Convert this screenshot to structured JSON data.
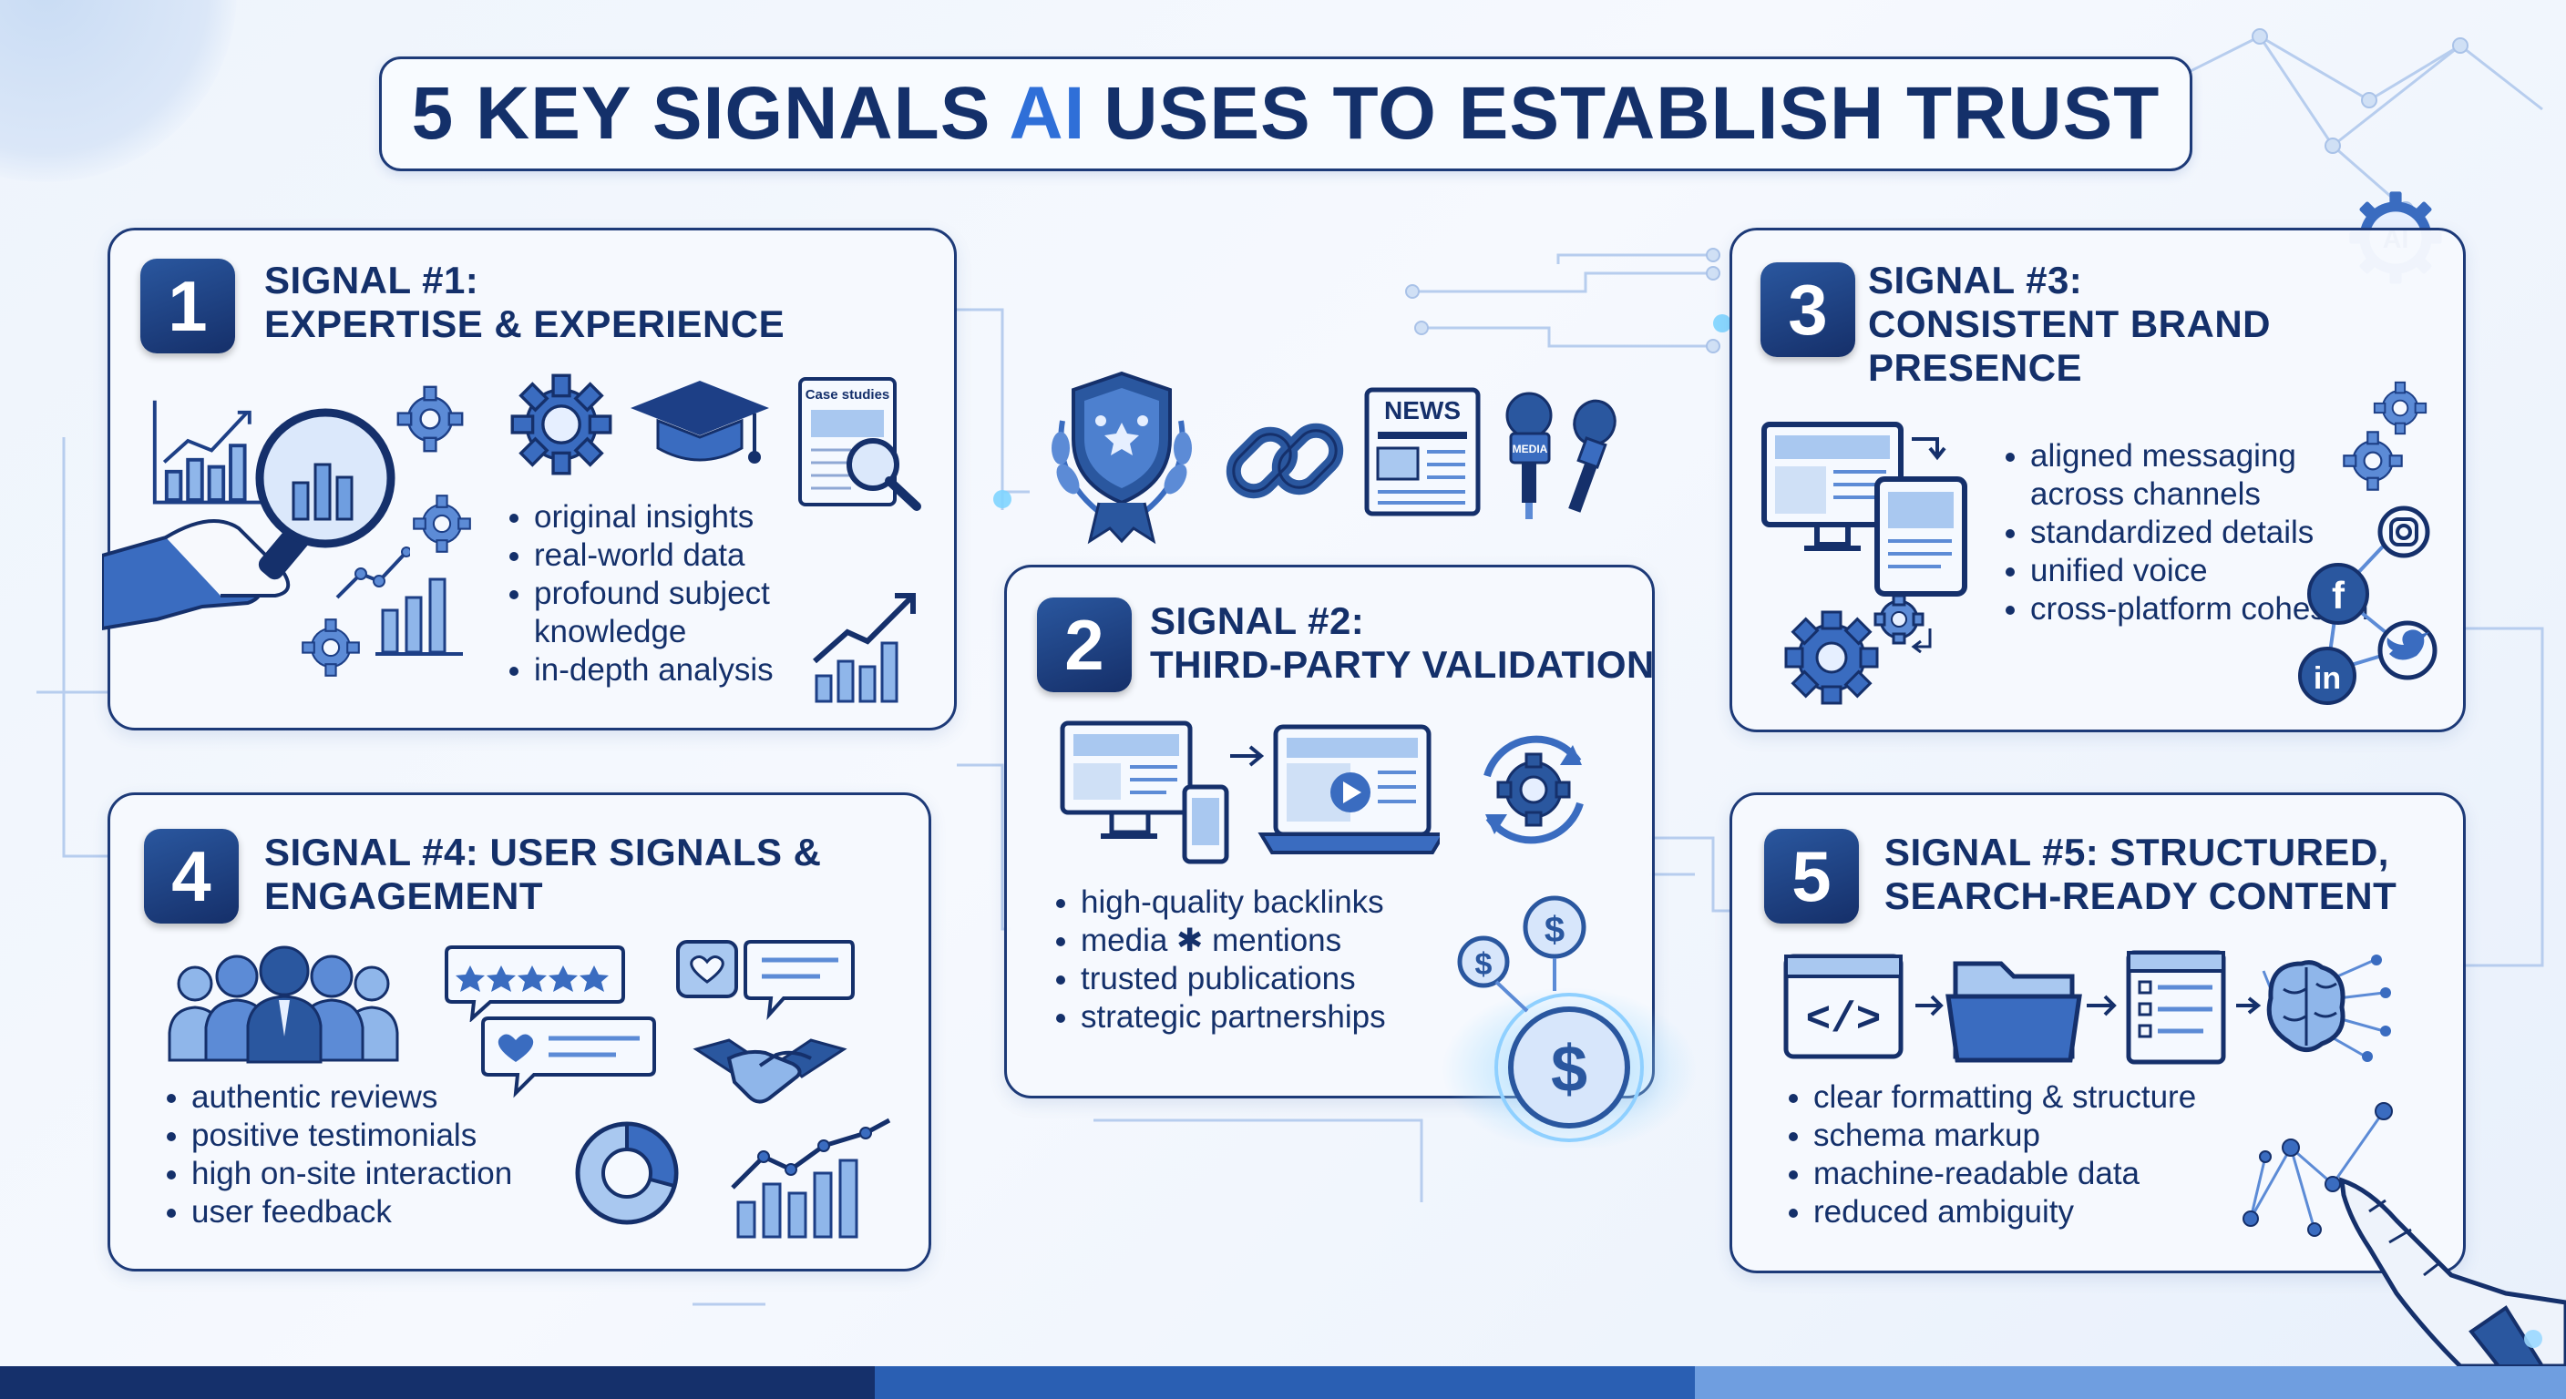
{
  "title": {
    "before": "5 KEY SIGNALS",
    "highlight": "AI",
    "after": "USES TO ESTABLISH TRUST"
  },
  "signals": [
    {
      "number": "1",
      "title": "SIGNAL #1:\nEXPERTISE & EXPERIENCE",
      "bullets": [
        "original insights",
        "real-world data",
        "profound subject knowledge",
        "in-depth analysis"
      ]
    },
    {
      "number": "2",
      "title": "SIGNAL #2:\nTHIRD-PARTY VALIDATION",
      "bullets": [
        "high-quality backlinks",
        "media ✱ mentions",
        "trusted publications",
        "strategic partnerships"
      ]
    },
    {
      "number": "3",
      "title": "SIGNAL #3:\nCONSISTENT BRAND\nPRESENCE",
      "bullets": [
        "aligned messaging across channels",
        "standardized details",
        "unified voice",
        "cross-platform cohesion"
      ]
    },
    {
      "number": "4",
      "title": "SIGNAL #4: USER SIGNALS &\nENGAGEMENT",
      "bullets": [
        "authentic reviews",
        "positive testimonials",
        "high on-site interaction",
        "user feedback"
      ]
    },
    {
      "number": "5",
      "title": "SIGNAL #5: STRUCTURED,\nSEARCH-READY CONTENT",
      "bullets": [
        "clear formatting & structure",
        "schema markup",
        "machine-readable data",
        "reduced ambiguity"
      ]
    }
  ],
  "labels": {
    "case_studies": "Case studies",
    "news": "NEWS",
    "media": "MEDIA",
    "ai": "AI",
    "facebook": "f",
    "linkedin": "in",
    "code": "</>",
    "dollar": "$"
  },
  "colors": {
    "navy": "#14306a",
    "accent": "#2f6fd8",
    "light_blue": "#a9c8f0"
  }
}
